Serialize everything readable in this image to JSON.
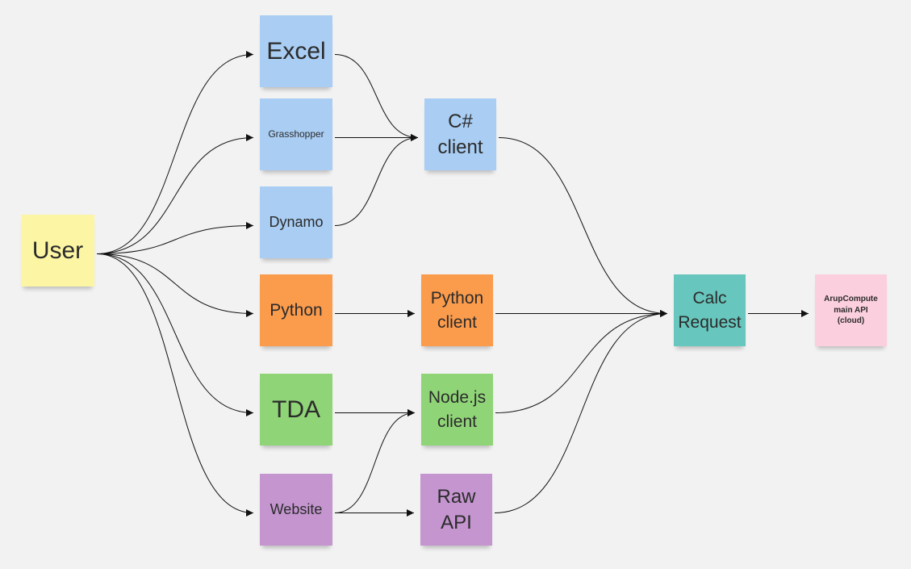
{
  "nodes": {
    "user": {
      "label": "User"
    },
    "excel": {
      "label": "Excel"
    },
    "grasshopper": {
      "label": "Grasshopper"
    },
    "dynamo": {
      "label": "Dynamo"
    },
    "python": {
      "label": "Python"
    },
    "tda": {
      "label": "TDA"
    },
    "website": {
      "label": "Website"
    },
    "csharp_client": {
      "label": "C#\nclient"
    },
    "python_client": {
      "label": "Python\nclient"
    },
    "nodejs_client": {
      "label": "Node.js\nclient"
    },
    "raw_api": {
      "label": "Raw\nAPI"
    },
    "calc_request": {
      "label": "Calc\nRequest"
    },
    "arupcompute": {
      "label": "ArupCompute\nmain API\n(cloud)"
    }
  },
  "edges": [
    {
      "from": "user",
      "to": "excel"
    },
    {
      "from": "user",
      "to": "grasshopper"
    },
    {
      "from": "user",
      "to": "dynamo"
    },
    {
      "from": "user",
      "to": "python"
    },
    {
      "from": "user",
      "to": "tda"
    },
    {
      "from": "user",
      "to": "website"
    },
    {
      "from": "excel",
      "to": "csharp_client"
    },
    {
      "from": "grasshopper",
      "to": "csharp_client"
    },
    {
      "from": "dynamo",
      "to": "csharp_client"
    },
    {
      "from": "python",
      "to": "python_client"
    },
    {
      "from": "tda",
      "to": "nodejs_client"
    },
    {
      "from": "website",
      "to": "nodejs_client"
    },
    {
      "from": "website",
      "to": "raw_api"
    },
    {
      "from": "csharp_client",
      "to": "calc_request"
    },
    {
      "from": "python_client",
      "to": "calc_request"
    },
    {
      "from": "nodejs_client",
      "to": "calc_request"
    },
    {
      "from": "raw_api",
      "to": "calc_request"
    },
    {
      "from": "calc_request",
      "to": "arupcompute"
    }
  ],
  "colors": {
    "user": "#fcf6a4",
    "desktop_tools": "#a9cdf3",
    "python": "#fb9b4c",
    "web": "#90d478",
    "website": "#c495cf",
    "calc": "#67c6bd",
    "cloud": "#fbcfdd",
    "connector": "#111111"
  }
}
